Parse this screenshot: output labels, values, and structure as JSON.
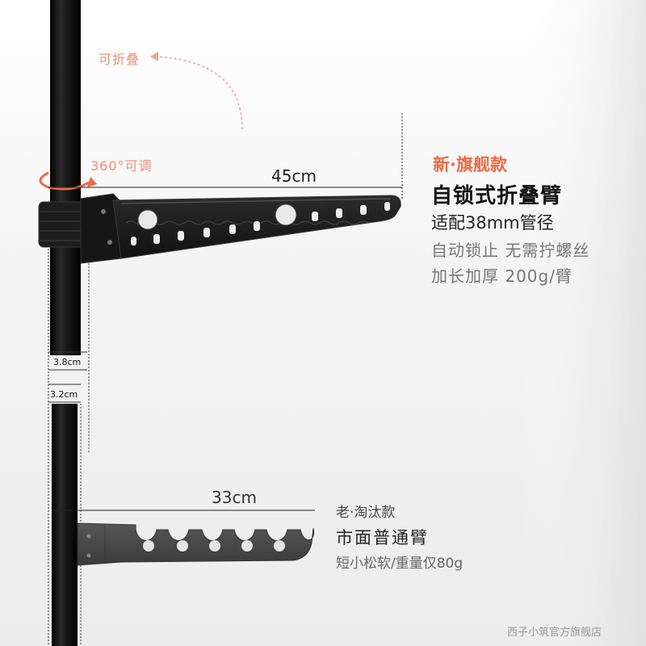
{
  "callouts": {
    "foldable": "可折叠",
    "rotate": "360°可调",
    "length_new": "45cm",
    "length_old": "33cm",
    "diameter_top": "3.8cm",
    "diameter_bottom": "3.2cm"
  },
  "new_model": {
    "badge": "新·旗舰款",
    "title": "自锁式折叠臂",
    "feature_1": "适配38mm管径",
    "feature_2": "自动锁止 无需拧螺丝",
    "feature_3": "加长加厚 200g/臂"
  },
  "old_model": {
    "badge": "老·淘汰款",
    "title": "市面普通臂",
    "feature_1": "短小松软/重量仅80g"
  },
  "watermark": "西子小筑官方旗舰店",
  "colors": {
    "accent": "#ec6a45",
    "annotation": "#f08d77",
    "new_arm": "#1a1a1a",
    "old_arm": "#4a4a4a",
    "pole": "#111111"
  }
}
